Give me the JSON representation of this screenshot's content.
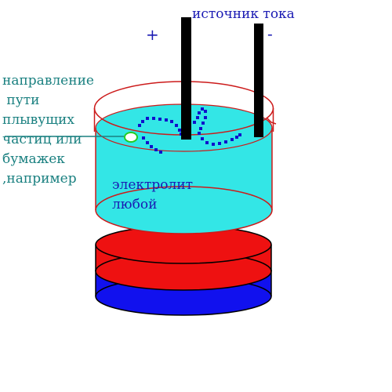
{
  "labels": {
    "source": "источник тока",
    "plus": "+",
    "minus": "-",
    "direction_lines": [
      "направление",
      " пути",
      "плывущих",
      "частиц или",
      "бумажек",
      ",например"
    ],
    "electrolyte_lines": [
      "электролит",
      "любой"
    ]
  },
  "colors": {
    "label_blue": "#1a1ab3",
    "label_teal": "#1a8080",
    "electrolyte": "#33e6e6",
    "outline": "#cc1a1a",
    "heater_red": "#ee1111",
    "heater_blue": "#1111ee",
    "electrode": "#000000",
    "particle": "#1010cc",
    "marker_fill": "#ffffff",
    "marker_stroke": "#22cc22"
  }
}
